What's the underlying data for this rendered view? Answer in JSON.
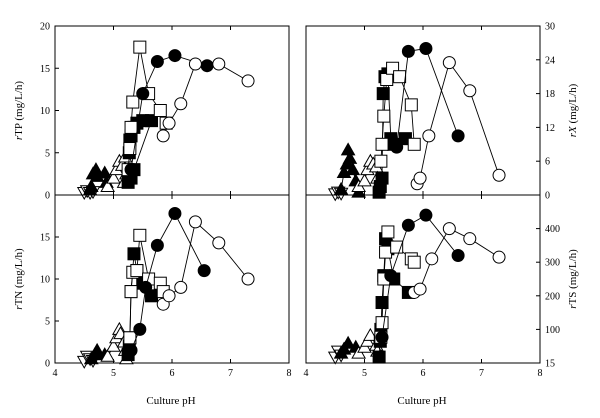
{
  "chart_data": {
    "type": "scatter",
    "shared_x": {
      "label": "Culture pH",
      "ticks": [
        "4",
        "5",
        "6",
        "7",
        "8"
      ],
      "range": [
        4,
        8
      ]
    },
    "marker_legend": [
      {
        "marker": "triangle-down-open"
      },
      {
        "marker": "triangle-up-filled"
      },
      {
        "marker": "triangle-up-open"
      },
      {
        "marker": "square-filled"
      },
      {
        "marker": "square-open"
      },
      {
        "marker": "circle-filled"
      },
      {
        "marker": "circle-open"
      }
    ],
    "panels": [
      {
        "id": "rTP",
        "ylabel_prefix": "r",
        "ylabel_main": "TP (mg/L/h)",
        "yaxis_side": "left",
        "ylim": [
          0,
          20
        ],
        "yticks": [
          "0",
          "5",
          "10",
          "15",
          "20"
        ],
        "show_x_ticklabels": false,
        "series": [
          {
            "marker": "triangle-down-open",
            "points": [
              [
                4.5,
                0.3
              ],
              [
                4.55,
                0.5
              ],
              [
                4.6,
                0.3
              ],
              [
                4.65,
                0.4
              ]
            ]
          },
          {
            "marker": "triangle-up-filled",
            "points": [
              [
                4.6,
                0.6
              ],
              [
                4.62,
                1.0
              ],
              [
                4.65,
                2.5
              ],
              [
                4.7,
                3.0
              ],
              [
                4.72,
                2.2
              ],
              [
                4.85,
                2.6
              ],
              [
                4.88,
                1.5
              ]
            ]
          },
          {
            "marker": "triangle-up-open",
            "points": [
              [
                4.9,
                1.0
              ],
              [
                5.0,
                2.0
              ],
              [
                5.05,
                3.0
              ],
              [
                5.1,
                4.0
              ],
              [
                5.15,
                3.5
              ],
              [
                5.2,
                4.5
              ],
              [
                5.22,
                2.5
              ],
              [
                5.18,
                1.5
              ]
            ]
          },
          {
            "marker": "square-filled",
            "points": [
              [
                5.25,
                1.5
              ],
              [
                5.27,
                5.0
              ],
              [
                5.28,
                6.5
              ],
              [
                5.3,
                7.0
              ],
              [
                5.35,
                8.0
              ],
              [
                5.4,
                8.5
              ],
              [
                5.5,
                8.8
              ],
              [
                5.65,
                8.8
              ],
              [
                5.35,
                3.0
              ],
              [
                5.3,
                2.0
              ]
            ]
          },
          {
            "marker": "square-open",
            "points": [
              [
                5.25,
                3.0
              ],
              [
                5.28,
                5.5
              ],
              [
                5.3,
                8.0
              ],
              [
                5.33,
                11.0
              ],
              [
                5.45,
                17.5
              ],
              [
                5.6,
                12.0
              ],
              [
                5.8,
                10.0
              ],
              [
                5.9,
                8.5
              ]
            ]
          },
          {
            "marker": "circle-filled",
            "points": [
              [
                5.3,
                3.0
              ],
              [
                5.5,
                12.0
              ],
              [
                5.75,
                15.8
              ],
              [
                6.05,
                16.5
              ],
              [
                6.6,
                15.3
              ]
            ]
          },
          {
            "marker": "circle-open",
            "points": [
              [
                5.85,
                7.0
              ],
              [
                5.95,
                8.5
              ],
              [
                6.15,
                10.8
              ],
              [
                6.4,
                15.5
              ],
              [
                6.8,
                15.5
              ],
              [
                7.3,
                13.5
              ]
            ]
          }
        ]
      },
      {
        "id": "rX",
        "ylabel_prefix": "r",
        "ylabel_main": "X (mg/L/h)",
        "yaxis_side": "right",
        "ylim": [
          0,
          30
        ],
        "yticks": [
          "0",
          "6",
          "12",
          "18",
          "24",
          "30"
        ],
        "show_x_ticklabels": false,
        "series": [
          {
            "marker": "triangle-down-open",
            "points": [
              [
                4.5,
                0.2
              ],
              [
                4.55,
                0.5
              ],
              [
                4.6,
                0.3
              ]
            ]
          },
          {
            "marker": "triangle-up-filled",
            "points": [
              [
                4.6,
                1.0
              ],
              [
                4.65,
                4.0
              ],
              [
                4.7,
                5.5
              ],
              [
                4.72,
                8.0
              ],
              [
                4.75,
                6.5
              ],
              [
                4.8,
                4.5
              ],
              [
                4.85,
                2.5
              ],
              [
                4.9,
                0.5
              ]
            ]
          },
          {
            "marker": "triangle-up-open",
            "points": [
              [
                4.9,
                1.5
              ],
              [
                5.0,
                2.5
              ],
              [
                5.05,
                4.5
              ],
              [
                5.1,
                6.0
              ],
              [
                5.15,
                5.5
              ],
              [
                5.2,
                5.0
              ],
              [
                5.22,
                3.0
              ]
            ]
          },
          {
            "marker": "square-filled",
            "points": [
              [
                5.25,
                0.5
              ],
              [
                5.27,
                1.5
              ],
              [
                5.3,
                3.0
              ],
              [
                5.32,
                18.0
              ],
              [
                5.35,
                21.0
              ],
              [
                5.4,
                21.5
              ],
              [
                5.45,
                10.0
              ],
              [
                5.5,
                9.0
              ],
              [
                5.7,
                10.0
              ]
            ]
          },
          {
            "marker": "square-open",
            "points": [
              [
                5.28,
                6.0
              ],
              [
                5.3,
                9.0
              ],
              [
                5.33,
                14.0
              ],
              [
                5.38,
                20.5
              ],
              [
                5.48,
                22.5
              ],
              [
                5.6,
                21.0
              ],
              [
                5.8,
                16.0
              ],
              [
                5.85,
                9.0
              ]
            ]
          },
          {
            "marker": "circle-filled",
            "points": [
              [
                5.55,
                8.5
              ],
              [
                5.75,
                25.5
              ],
              [
                6.05,
                26.0
              ],
              [
                6.6,
                10.5
              ]
            ]
          },
          {
            "marker": "circle-open",
            "points": [
              [
                5.9,
                2.0
              ],
              [
                5.95,
                3.0
              ],
              [
                6.1,
                10.5
              ],
              [
                6.45,
                23.5
              ],
              [
                6.8,
                18.5
              ],
              [
                7.3,
                3.5
              ]
            ]
          }
        ]
      },
      {
        "id": "rTN",
        "ylabel_prefix": "r",
        "ylabel_main": "TN (mg/L/h)",
        "yaxis_side": "left",
        "ylim": [
          0,
          20
        ],
        "yticks": [
          "0",
          "5",
          "10",
          "15"
        ],
        "show_x_ticklabels": true,
        "series": [
          {
            "marker": "triangle-down-open",
            "points": [
              [
                4.5,
                0.2
              ],
              [
                4.55,
                0.8
              ],
              [
                4.6,
                0.5
              ],
              [
                4.65,
                0.3
              ]
            ]
          },
          {
            "marker": "triangle-up-filled",
            "points": [
              [
                4.62,
                0.5
              ],
              [
                4.68,
                1.0
              ],
              [
                4.72,
                1.5
              ],
              [
                4.85,
                1.0
              ]
            ]
          },
          {
            "marker": "triangle-up-open",
            "points": [
              [
                4.9,
                0.8
              ],
              [
                5.0,
                2.0
              ],
              [
                5.05,
                3.0
              ],
              [
                5.1,
                4.0
              ],
              [
                5.12,
                3.5
              ],
              [
                5.18,
                2.5
              ],
              [
                5.2,
                1.5
              ],
              [
                5.22,
                0.5
              ]
            ]
          },
          {
            "marker": "square-filled",
            "points": [
              [
                5.25,
                1.0
              ],
              [
                5.27,
                2.0
              ],
              [
                5.28,
                3.0
              ],
              [
                5.3,
                8.5
              ],
              [
                5.35,
                13.0
              ],
              [
                5.4,
                11.0
              ],
              [
                5.5,
                9.5
              ],
              [
                5.65,
                8.0
              ]
            ]
          },
          {
            "marker": "square-open",
            "points": [
              [
                5.28,
                3.0
              ],
              [
                5.3,
                8.5
              ],
              [
                5.33,
                10.8
              ],
              [
                5.4,
                11.0
              ],
              [
                5.45,
                15.2
              ],
              [
                5.6,
                10.0
              ],
              [
                5.8,
                9.5
              ],
              [
                5.85,
                8.5
              ]
            ]
          },
          {
            "marker": "circle-filled",
            "points": [
              [
                5.3,
                1.5
              ],
              [
                5.45,
                4.0
              ],
              [
                5.55,
                9.0
              ],
              [
                5.75,
                14.0
              ],
              [
                6.05,
                17.8
              ],
              [
                6.55,
                11.0
              ]
            ]
          },
          {
            "marker": "circle-open",
            "points": [
              [
                5.85,
                7.0
              ],
              [
                5.95,
                8.0
              ],
              [
                6.15,
                9.0
              ],
              [
                6.4,
                16.8
              ],
              [
                6.8,
                14.3
              ],
              [
                7.3,
                10.0
              ]
            ]
          }
        ]
      },
      {
        "id": "rTS",
        "ylabel_prefix": "r",
        "ylabel_main": "TS (mg/L/h)",
        "yaxis_side": "right",
        "ylim": [
          15,
          500
        ],
        "yticks_values": [
          15,
          100,
          200,
          300,
          400
        ],
        "yticks": [
          "15",
          "100",
          "200",
          "300",
          "400"
        ],
        "show_x_ticklabels": true,
        "series": [
          {
            "marker": "triangle-down-open",
            "points": [
              [
                4.5,
                30
              ],
              [
                4.55,
                45
              ],
              [
                4.6,
                35
              ]
            ]
          },
          {
            "marker": "triangle-up-filled",
            "points": [
              [
                4.6,
                40
              ],
              [
                4.65,
                50
              ],
              [
                4.72,
                65
              ],
              [
                4.85,
                55
              ]
            ]
          },
          {
            "marker": "triangle-up-open",
            "points": [
              [
                4.9,
                40
              ],
              [
                5.0,
                55
              ],
              [
                5.05,
                70
              ],
              [
                5.1,
                85
              ],
              [
                5.2,
                60
              ],
              [
                5.22,
                45
              ]
            ]
          },
          {
            "marker": "square-filled",
            "points": [
              [
                5.25,
                30
              ],
              [
                5.27,
                70
              ],
              [
                5.28,
                100
              ],
              [
                5.3,
                180
              ],
              [
                5.33,
                260
              ],
              [
                5.36,
                370
              ],
              [
                5.4,
                340
              ],
              [
                5.5,
                250
              ],
              [
                5.75,
                210
              ]
            ]
          },
          {
            "marker": "square-open",
            "points": [
              [
                5.28,
                80
              ],
              [
                5.3,
                120
              ],
              [
                5.33,
                250
              ],
              [
                5.36,
                330
              ],
              [
                5.4,
                390
              ],
              [
                5.55,
                345
              ],
              [
                5.8,
                310
              ],
              [
                5.85,
                300
              ]
            ]
          },
          {
            "marker": "circle-filled",
            "points": [
              [
                5.3,
                80
              ],
              [
                5.45,
                260
              ],
              [
                5.75,
                410
              ],
              [
                6.05,
                440
              ],
              [
                6.6,
                320
              ]
            ]
          },
          {
            "marker": "circle-open",
            "points": [
              [
                5.85,
                210
              ],
              [
                5.95,
                220
              ],
              [
                6.15,
                310
              ],
              [
                6.45,
                400
              ],
              [
                6.8,
                370
              ],
              [
                7.3,
                315
              ]
            ]
          }
        ]
      }
    ]
  }
}
